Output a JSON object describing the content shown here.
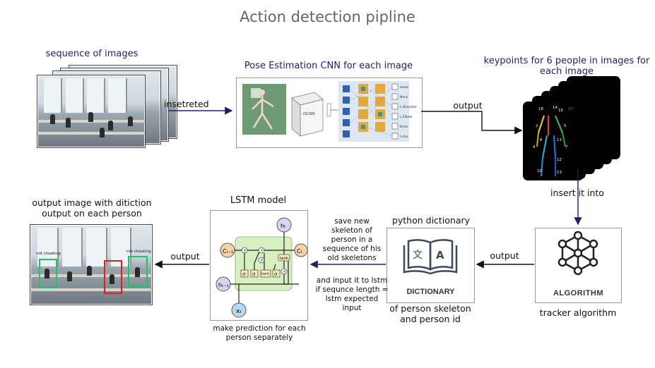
{
  "title": "Action detection pipline",
  "labels": {
    "sequence": "sequence of images",
    "insetreted": "insetreted",
    "pose_cnn": "Pose Estimation CNN for each image",
    "output1": "output",
    "keypoints": "keypoints for 6 people in images for each image",
    "insert_into": "insert it into",
    "tracker": "tracker algorithm",
    "algorithm_caption": "ALGORITHM",
    "output2": "output",
    "python_dict": "python dictionary",
    "dictionary_caption": "DICTIONARY",
    "dict_sub": "of person skeleton and person id",
    "save_new": "save new skeleton of person in a sequence of his old skeletons",
    "input_lstm": "and input it to lstm if sequnce length = lstm expected input",
    "lstm_model": "LSTM model",
    "make_prediction": "make prediction for each person separately",
    "output3": "output",
    "output_image": "output image with ditiction output on each person"
  },
  "lstm_glyphs": {
    "c_prev": "Cₜ₋₁",
    "h_prev": "hₜ₋₁",
    "x": "xₜ",
    "h_out": "hₜ",
    "c_out": "Cₜ",
    "tanh_top": "tanh",
    "sigma": "σ",
    "tanh_gate": "tanh",
    "times": "×",
    "plus": "+"
  },
  "dict_glyphs": {
    "left": "文",
    "right": "A"
  },
  "cnn_glyphs": {
    "conv": "DCNN",
    "outputs": [
      "Head",
      "Neck",
      "L.Shoulder",
      "L.Elbow",
      "Knee",
      "L.Hip"
    ]
  },
  "keypoint_numbers": [
    "16",
    "14",
    "15",
    "17",
    "2",
    "5",
    "4",
    "7",
    "8",
    "11",
    "12",
    "10",
    "13"
  ],
  "detections": {
    "left_tag": "not cheating",
    "right_tag": "not cheating"
  },
  "colors": {
    "navy": "#1f1f6b",
    "arrow": "#111111",
    "lstm_fill": "#d8efc2",
    "magenta": "#d63ad6",
    "green_box": "#1ec46a",
    "red_box": "#e02020"
  }
}
